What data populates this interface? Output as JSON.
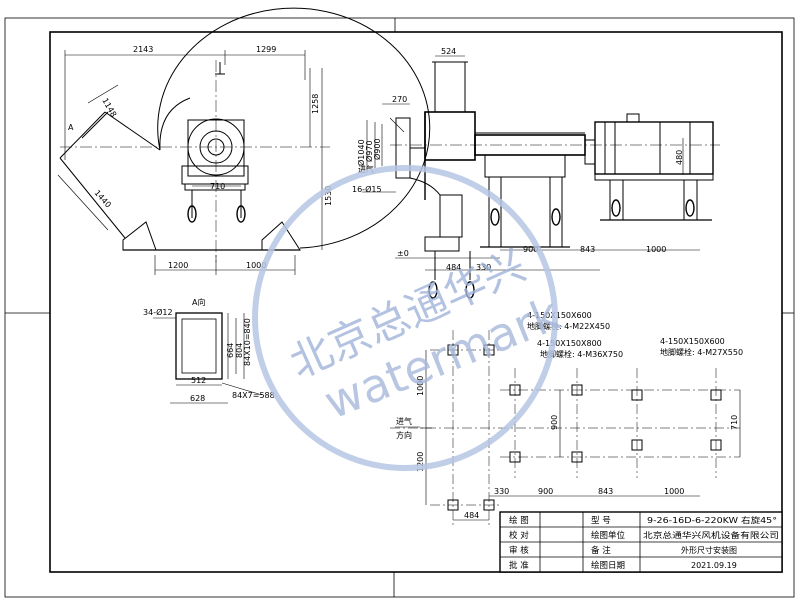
{
  "impeller_view": {
    "dims": {
      "top_left": "2143",
      "top_right": "1299",
      "left_inlet": "1148",
      "left_diag": "1440",
      "right_tall": "1258",
      "right_outer": "1530",
      "bottom_center": "710",
      "bottom_left": "1200",
      "bottom_right": "1000"
    },
    "view_marker": "A"
  },
  "inlet_detail": {
    "title": "A向",
    "bolt": "34-Ø12",
    "width_inner": "512",
    "width_outer": "628",
    "height_inner": "664",
    "height_a": "804",
    "height_b": "84X10=840",
    "bottom_pitch": "84X7=588"
  },
  "side_view": {
    "dim_top": "524",
    "dim_flange": "270",
    "dia_1040": "Ø1040",
    "dia_970": "Ø970",
    "dia_900": "Ø900",
    "inlet_label": "进气",
    "bolt_label": "16-Ø15",
    "height_480": "480",
    "foot_484": "484",
    "foot_330": "330",
    "foot_900": "900",
    "foot_843": "843",
    "foot_1000": "1000",
    "plus_zero": "±0"
  },
  "foundation": {
    "note_a_size": "4-150X150X600",
    "note_a_bolt": "地脚螺栓: 4-M22X450",
    "note_b_size": "4-150X150X800",
    "note_b_bolt": "地脚螺栓: 4-M36X750",
    "note_c_size": "4-150X150X600",
    "note_c_bolt": "地脚螺栓: 4-M27X550",
    "dim_1000": "1000",
    "dim_1200": "1200",
    "dim_900v": "900",
    "dim_710": "710",
    "inlet_dir_a": "进气",
    "inlet_dir_b": "方向",
    "dim_330": "330",
    "dim_900": "900",
    "dim_843": "843",
    "dim_1000b": "1000",
    "dim_484": "484"
  },
  "title_block": {
    "draw": "绘 图",
    "check": "校 对",
    "review": "审 核",
    "approve": "批 准",
    "model_label": "型   号",
    "model_value": "9-26-16D-6-220KW  右旋45°",
    "unit_label": "绘图单位",
    "unit_value": "北京总通华兴风机设备有限公司",
    "remark_label": "备   注",
    "remark_value": "外形尺寸安装图",
    "date_label": "绘图日期",
    "date_value": "2021.09.19"
  },
  "watermark": {
    "cn": "北京总通华兴",
    "en": "watermark"
  }
}
